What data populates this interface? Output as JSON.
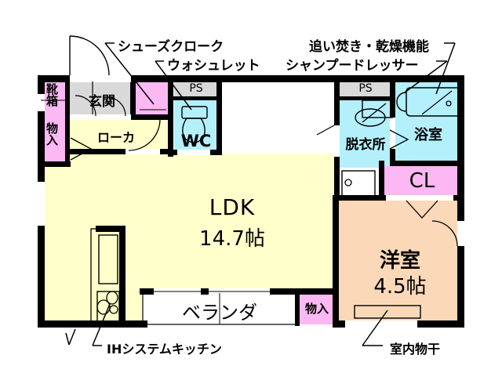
{
  "plan": {
    "type": "japanese-floor-plan",
    "layout_name": "1LDK",
    "colors": {
      "ldk_fill": "#FFFFCC",
      "room_fill": "#FBD9B8",
      "closet_fill": "#FBB8F2",
      "water_fill": "#B3F0FC",
      "entrance_fill": "#D9D9D9",
      "ps_fill": "#D9D9D9",
      "veranda_fill": "#FFFFFF",
      "wall": "#000000"
    }
  },
  "annotations": [
    {
      "id": "shoes-cloak",
      "text": "シューズクローク"
    },
    {
      "id": "washlet",
      "text": "ウォシュレット"
    },
    {
      "id": "reheat-dry",
      "text": "追い焚き・乾燥機能"
    },
    {
      "id": "shampoo-dresser",
      "text": "シャンプードレッサー"
    },
    {
      "id": "ih-kitchen",
      "text": "IHシステムキッチン"
    },
    {
      "id": "indoor-drying",
      "text": "室内物干"
    }
  ],
  "rooms": [
    {
      "id": "genkan",
      "label": "玄関",
      "area": ""
    },
    {
      "id": "getabako",
      "label": "靴箱",
      "area": ""
    },
    {
      "id": "monoire-1",
      "label": "物入",
      "area": ""
    },
    {
      "id": "rouka",
      "label": "ローカ",
      "area": ""
    },
    {
      "id": "ps-left",
      "label": "PS",
      "area": ""
    },
    {
      "id": "wc",
      "label": "WC",
      "area": ""
    },
    {
      "id": "ps-right",
      "label": "PS",
      "area": ""
    },
    {
      "id": "datsuijo",
      "label": "脱衣所",
      "area": ""
    },
    {
      "id": "yokushitsu",
      "label": "浴室",
      "area": ""
    },
    {
      "id": "closet",
      "label": "CL",
      "area": ""
    },
    {
      "id": "ldk",
      "label": "LDK",
      "area": "14.7帖"
    },
    {
      "id": "youshitsu",
      "label": "洋室",
      "area": "4.5帖"
    },
    {
      "id": "veranda",
      "label": "ベランダ",
      "area": ""
    },
    {
      "id": "monoire-2",
      "label": "物入",
      "area": ""
    }
  ]
}
